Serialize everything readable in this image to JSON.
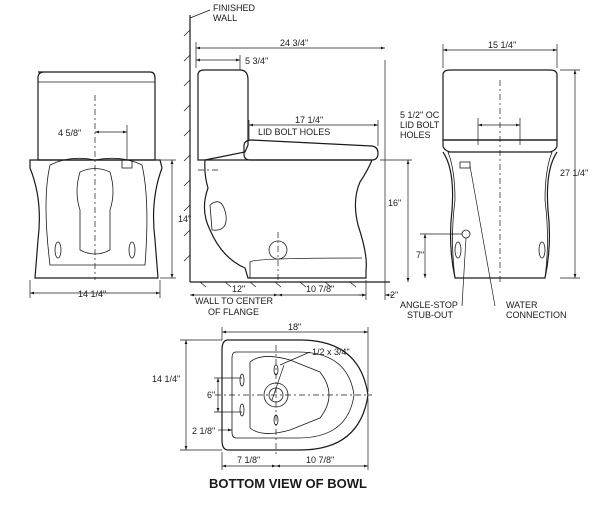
{
  "labels": {
    "finished_wall": [
      "FINISHED",
      "WALL"
    ],
    "wall_to_center": [
      "WALL TO CENTER",
      "OF FLANGE"
    ],
    "lid_bolt_holes": "LID BOLT HOLES",
    "oc_lid_bolt_holes": [
      "5 1/2\" OC",
      "LID BOLT",
      "HOLES"
    ],
    "angle_stop": [
      "ANGLE-STOP",
      "STUB-OUT"
    ],
    "water_connection": [
      "WATER",
      "CONNECTION"
    ],
    "bottom_view_title": "BOTTOM VIEW OF BOWL"
  },
  "dimensions": {
    "front_width": "14 1/4\"",
    "front_center_offset": "4 5/8\"",
    "front_height": "14\"",
    "side_length": "24 3/4\"",
    "side_tank_offset": "5 3/4\"",
    "side_lid_bolt": "17 1/4\"",
    "side_seat_height": "16\"",
    "side_wall_to_center": "12\"",
    "side_center_to_front": "10 7/8\"",
    "side_base_gap": "2\"",
    "rear_width": "15 1/4\"",
    "rear_total_height": "27 1/4\"",
    "rear_stub_height": "7\"",
    "bottom_length": "18\"",
    "bottom_bolt": "1/2 x 3/4\"",
    "bottom_width": "14 1/4\"",
    "bottom_inner": "6\"",
    "bottom_offset": "2 1/8\"",
    "bottom_rear": "7 1/8\"",
    "bottom_front": "10 7/8\""
  }
}
